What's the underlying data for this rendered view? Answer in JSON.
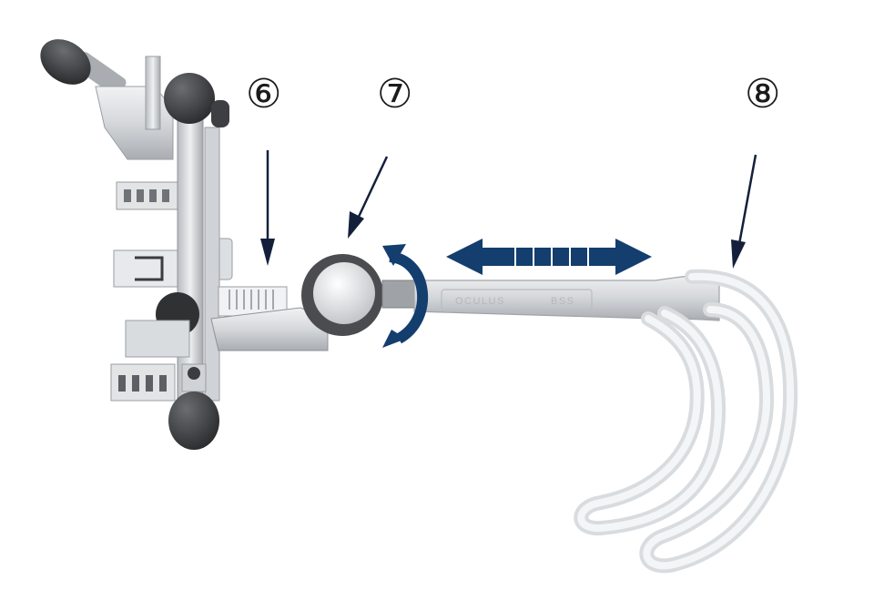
{
  "callouts": {
    "six": "⑥",
    "seven": "⑦",
    "eight": "⑧"
  },
  "engraving": {
    "brand": "OCULUS",
    "suffix": "BSS"
  },
  "colors": {
    "accent_arrow": "#133e6e",
    "pointer_arrow": "#14203b",
    "metal_light": "#e4e6e8",
    "metal_mid": "#c9ccd0",
    "metal_dark": "#8c9096",
    "knob": "#3a3c3f"
  },
  "icons": {
    "rotation": "curved-double-arrow-icon",
    "slide": "horizontal-double-arrow-icon",
    "pointer": "down-arrow-icon"
  }
}
